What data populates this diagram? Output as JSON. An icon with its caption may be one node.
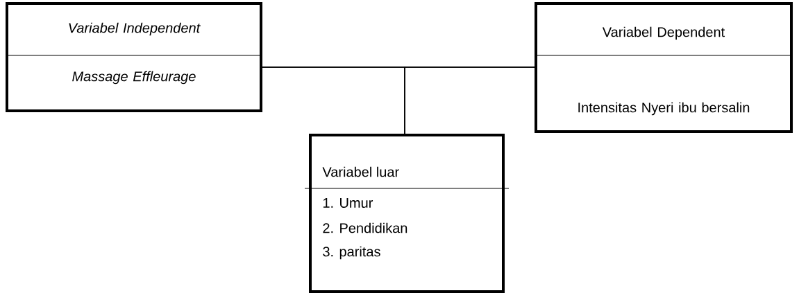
{
  "diagram": {
    "nodes": [
      {
        "text": [
          "Variabel Independent",
          "Massage Effleurage"
        ]
      },
      {
        "text": [
          "Variabel Dependent",
          "Intensitas Nyeri ibu bersalin"
        ]
      },
      {
        "text": [
          "Variabel luar",
          "1. Umur",
          "2. Pendidikan",
          "3. paritas"
        ]
      }
    ],
    "edges": [
      {
        "from": 0,
        "to": 1,
        "arrow": "none"
      },
      {
        "from": 0,
        "to": 2,
        "arrow": "none"
      },
      {
        "from": 1,
        "to": 2,
        "arrow": "none"
      }
    ]
  }
}
